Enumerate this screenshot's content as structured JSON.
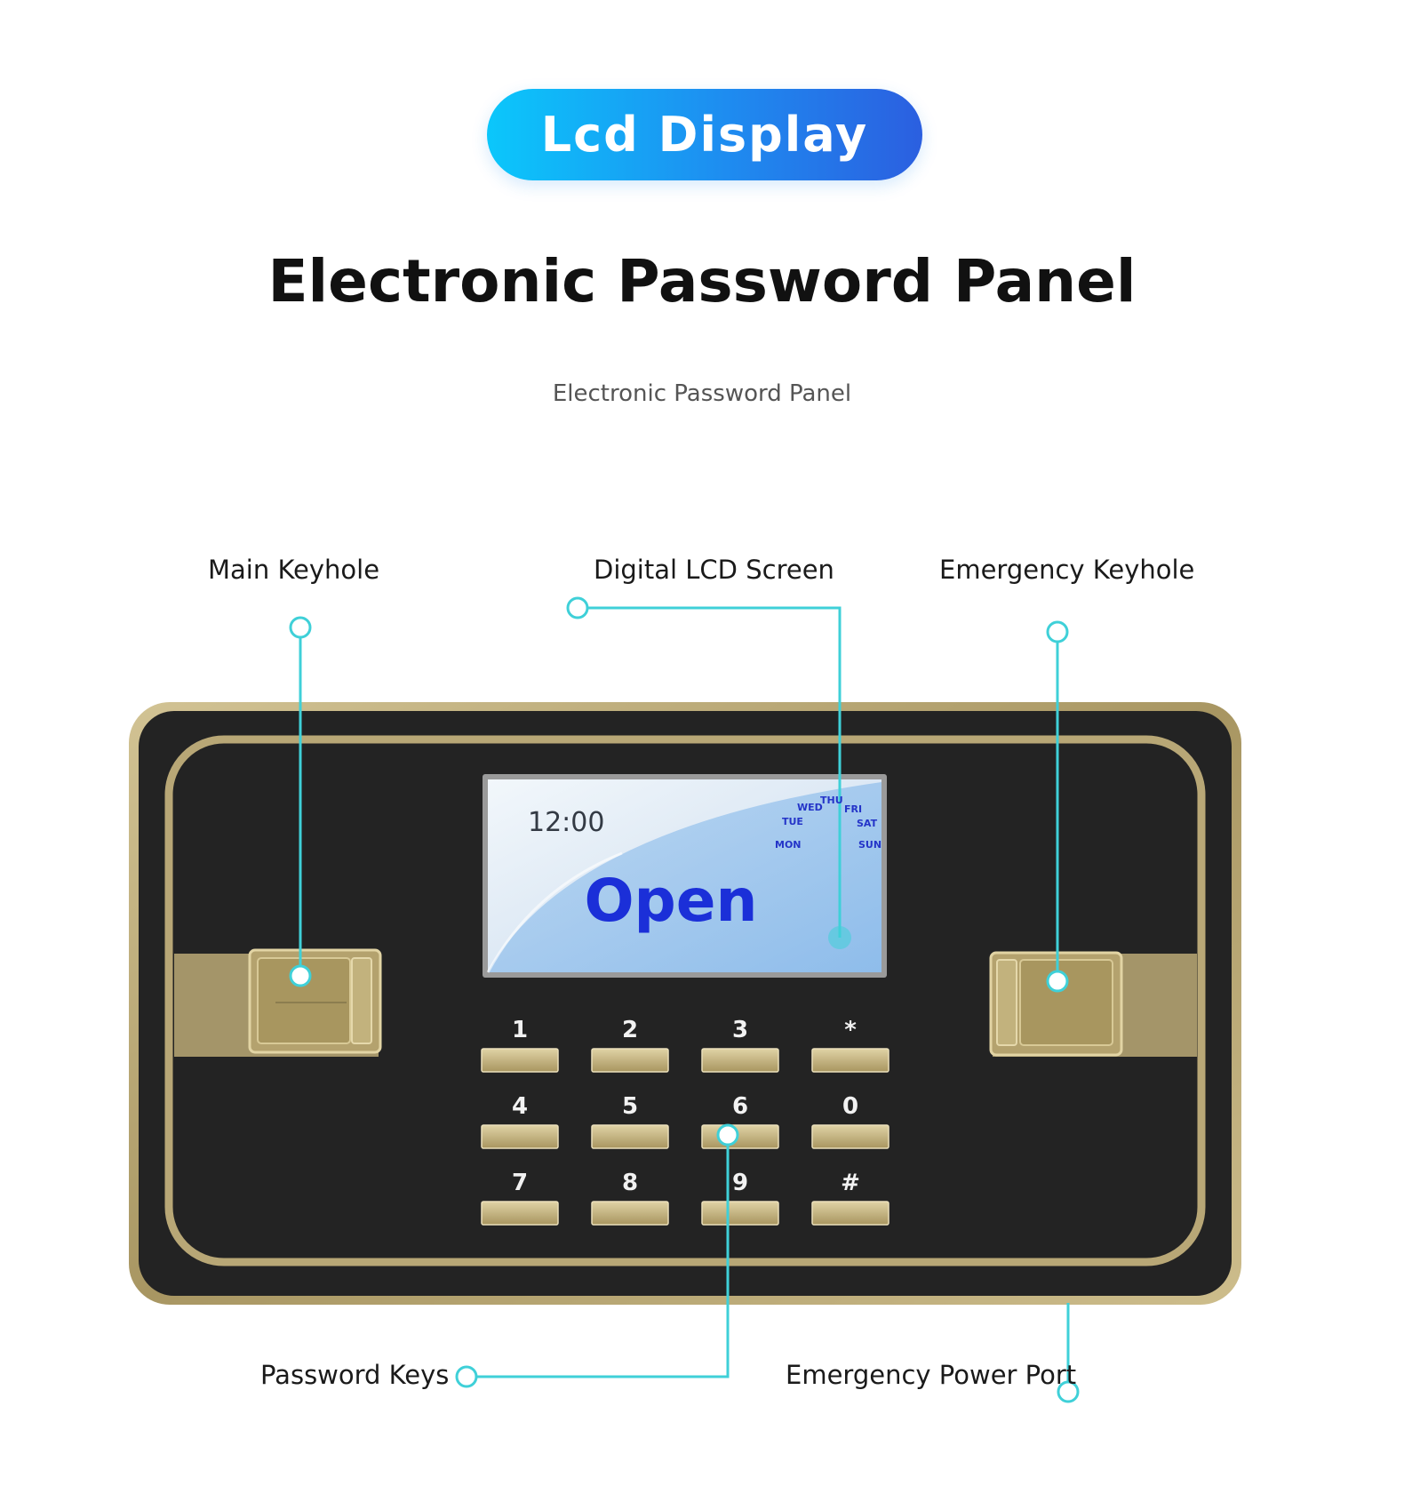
{
  "badge": "Lcd Display",
  "title": "Electronic Password Panel",
  "subtitle": "Electronic Password Panel",
  "callouts": {
    "main_keyhole": "Main Keyhole",
    "lcd_screen": "Digital LCD Screen",
    "emergency_keyhole": "Emergency Keyhole",
    "password_keys": "Password Keys",
    "power_port": "Emergency Power Port"
  },
  "lcd": {
    "time": "12:00",
    "status": "Open",
    "days": {
      "mon": "MON",
      "tue": "TUE",
      "wed": "WED",
      "thu": "THU",
      "fri": "FRI",
      "sat": "SAT",
      "sun": "SUN"
    }
  },
  "keys": [
    "1",
    "2",
    "3",
    "*",
    "4",
    "5",
    "6",
    "0",
    "7",
    "8",
    "9",
    "#"
  ],
  "colors": {
    "badge_start": "#0bc7fb",
    "badge_end": "#2b5fe0",
    "callout_line": "#3fd0d8",
    "panel_black": "#242424",
    "panel_gold": "#b9a877",
    "lcd_text": "#1b2fd8"
  }
}
